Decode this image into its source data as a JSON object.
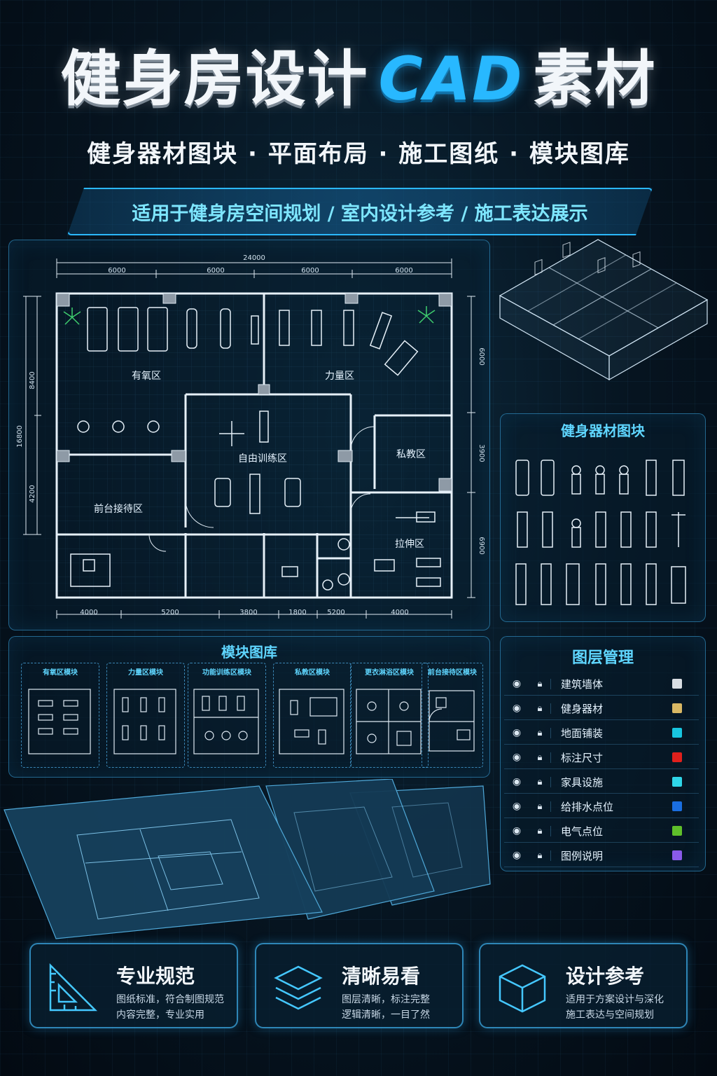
{
  "header": {
    "title_part1": "健身房设计",
    "title_cad": "CAD",
    "title_part2": "素材",
    "subtitle": "健身器材图块 · 平面布局 · 施工图纸 · 模块图库",
    "banner": "适用于健身房空间规划 / 室内设计参考 / 施工表达展示"
  },
  "floor_plan": {
    "zones": {
      "aerobic": "有氧区",
      "strength": "力量区",
      "free_training": "自由训练区",
      "private": "私教区",
      "reception": "前台接待区",
      "stretch": "拉伸区"
    },
    "top_total": "24000",
    "top_dims": [
      "6000",
      "6000",
      "6000",
      "6000"
    ],
    "bottom_dims": [
      "4000",
      "5200",
      "3800",
      "1800",
      "5200",
      "4000"
    ],
    "left_total": "16800",
    "left_dims": [
      "8400",
      "4200"
    ],
    "right_dims": [
      "6000",
      "3900",
      "6900"
    ]
  },
  "equipment_panel": {
    "title": "健身器材图块"
  },
  "module_panel": {
    "title": "模块图库",
    "modules": [
      "有氧区模块",
      "力量区模块",
      "功能训练区模块",
      "私教区模块",
      "更衣淋浴区模块",
      "前台接待区模块"
    ]
  },
  "layer_panel": {
    "title": "图层管理",
    "layers": [
      {
        "name": "建筑墙体",
        "color": "#d9dde2"
      },
      {
        "name": "健身器材",
        "color": "#d9b864"
      },
      {
        "name": "地面铺装",
        "color": "#18c6e0"
      },
      {
        "name": "标注尺寸",
        "color": "#e0201c"
      },
      {
        "name": "家具设施",
        "color": "#2fd6e8"
      },
      {
        "name": "给排水点位",
        "color": "#1a6ee0"
      },
      {
        "name": "电气点位",
        "color": "#5fbf2a"
      },
      {
        "name": "图例说明",
        "color": "#8a5ae8"
      }
    ]
  },
  "features": [
    {
      "title": "专业规范",
      "line1": "图纸标准，符合制图规范",
      "line2": "内容完整，专业实用",
      "icon": "ruler-triangle-icon"
    },
    {
      "title": "清晰易看",
      "line1": "图层清晰，标注完整",
      "line2": "逻辑清晰，一目了然",
      "icon": "layers-icon"
    },
    {
      "title": "设计参考",
      "line1": "适用于方案设计与深化",
      "line2": "施工表达与空间规划",
      "icon": "cube-icon"
    }
  ]
}
